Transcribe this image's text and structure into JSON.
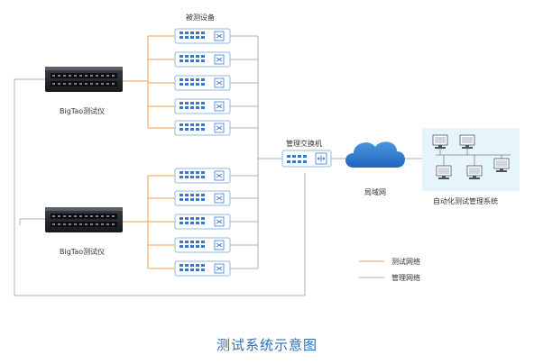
{
  "labels": {
    "dut_header": "被测设备",
    "tester_top": "BigTao测试仪",
    "tester_bottom": "BigTao测试仪",
    "mgmt_switch": "管理交换机",
    "wan": "局域网",
    "automation": "自动化测试管理系统",
    "legend_test": "测试网络",
    "legend_mgmt": "管理网络"
  },
  "caption": "测试系统示意图",
  "colors": {
    "test_line": "#f0a050",
    "mgmt_line": "#a9b3c0",
    "device_border": "#93b9e2",
    "port": "#3a78cc",
    "cloud": "#2f7fd2",
    "automation_bg": "#e6f4fb",
    "caption": "#2a6ebd"
  },
  "icons": {
    "tester": "rack-server-icon",
    "dut": "network-switch-icon",
    "mgmt_switch": "managed-switch-icon",
    "wan": "cloud-icon",
    "automation": "computer-network-icon"
  }
}
